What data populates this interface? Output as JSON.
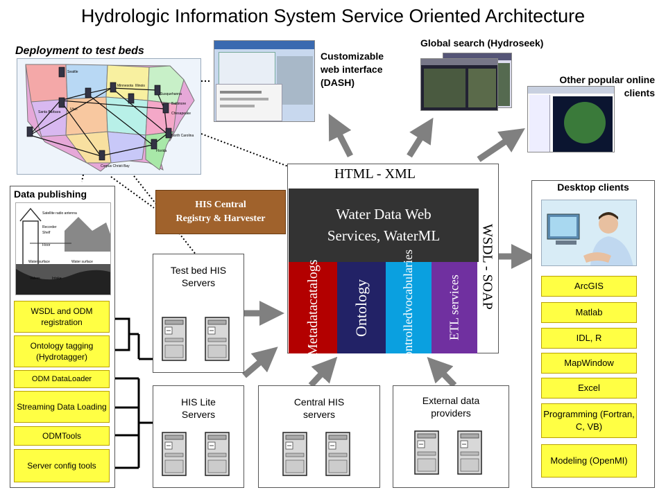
{
  "title": "Hydrologic Information System Service Oriented Architecture",
  "deployment": {
    "label": "Deployment to test beds",
    "sites": [
      "Minnesota",
      "Illinois",
      "Baltimore",
      "Chesapeake",
      "North Carolina",
      "Florida",
      "Corpus Christi Bay",
      "Santa Barbara",
      "Utah",
      "Susquehanna",
      "Seattle"
    ]
  },
  "dash": {
    "label_1": "Customizable",
    "label_2": "web interface",
    "label_3": "(DASH)"
  },
  "hydroseek": {
    "label": "Global search (Hydroseek)"
  },
  "other_clients": {
    "label_1": "Other popular online",
    "label_2": "clients"
  },
  "data_publishing": {
    "title": "Data publishing",
    "illustration_labels": [
      "Satellite radio antenna",
      "Recorder",
      "Shelf",
      "Floor",
      "Water surface",
      "Water surface",
      "Valves",
      "Intake"
    ],
    "tools": [
      "WSDL and ODM registration",
      "Ontology tagging (Hydrotagger)",
      "ODM DataLoader",
      "Streaming Data Loading",
      "ODMTools",
      "Server config tools"
    ]
  },
  "his_central": {
    "line_1": "HIS Central",
    "line_2": "Registry & Harvester"
  },
  "core": {
    "html_xml": "HTML - XML",
    "wsdl_soap": "WSDL - SOAP",
    "water_data_1": "Water Data Web",
    "water_data_2": "Services, WaterML",
    "metadata_1": "Metadata",
    "metadata_2": "catalogs",
    "ontology": "Ontology",
    "controlled_1": "Controlled",
    "controlled_2": "vocabularies",
    "etl": "ETL services"
  },
  "server_groups": {
    "test_bed": {
      "line_1": "Test bed HIS",
      "line_2": "Servers"
    },
    "his_lite": {
      "line_1": "HIS Lite",
      "line_2": "Servers"
    },
    "central": {
      "line_1": "Central HIS",
      "line_2": "servers"
    },
    "external": {
      "line_1": "External data",
      "line_2": "providers"
    }
  },
  "desktop": {
    "title": "Desktop clients",
    "apps": [
      "ArcGIS",
      "Matlab",
      "IDL, R",
      "MapWindow",
      "Excel",
      "Programming (Fortran, C, VB)",
      "Modeling (OpenMI)"
    ]
  },
  "colors": {
    "his_central": "#a0622c",
    "water_data": "#333333",
    "metadata": "#b30000",
    "ontology": "#222266",
    "controlled": "#0aa0e0",
    "etl": "#7030a0",
    "tool_box": "#ffff44",
    "arrow": "#808080"
  }
}
